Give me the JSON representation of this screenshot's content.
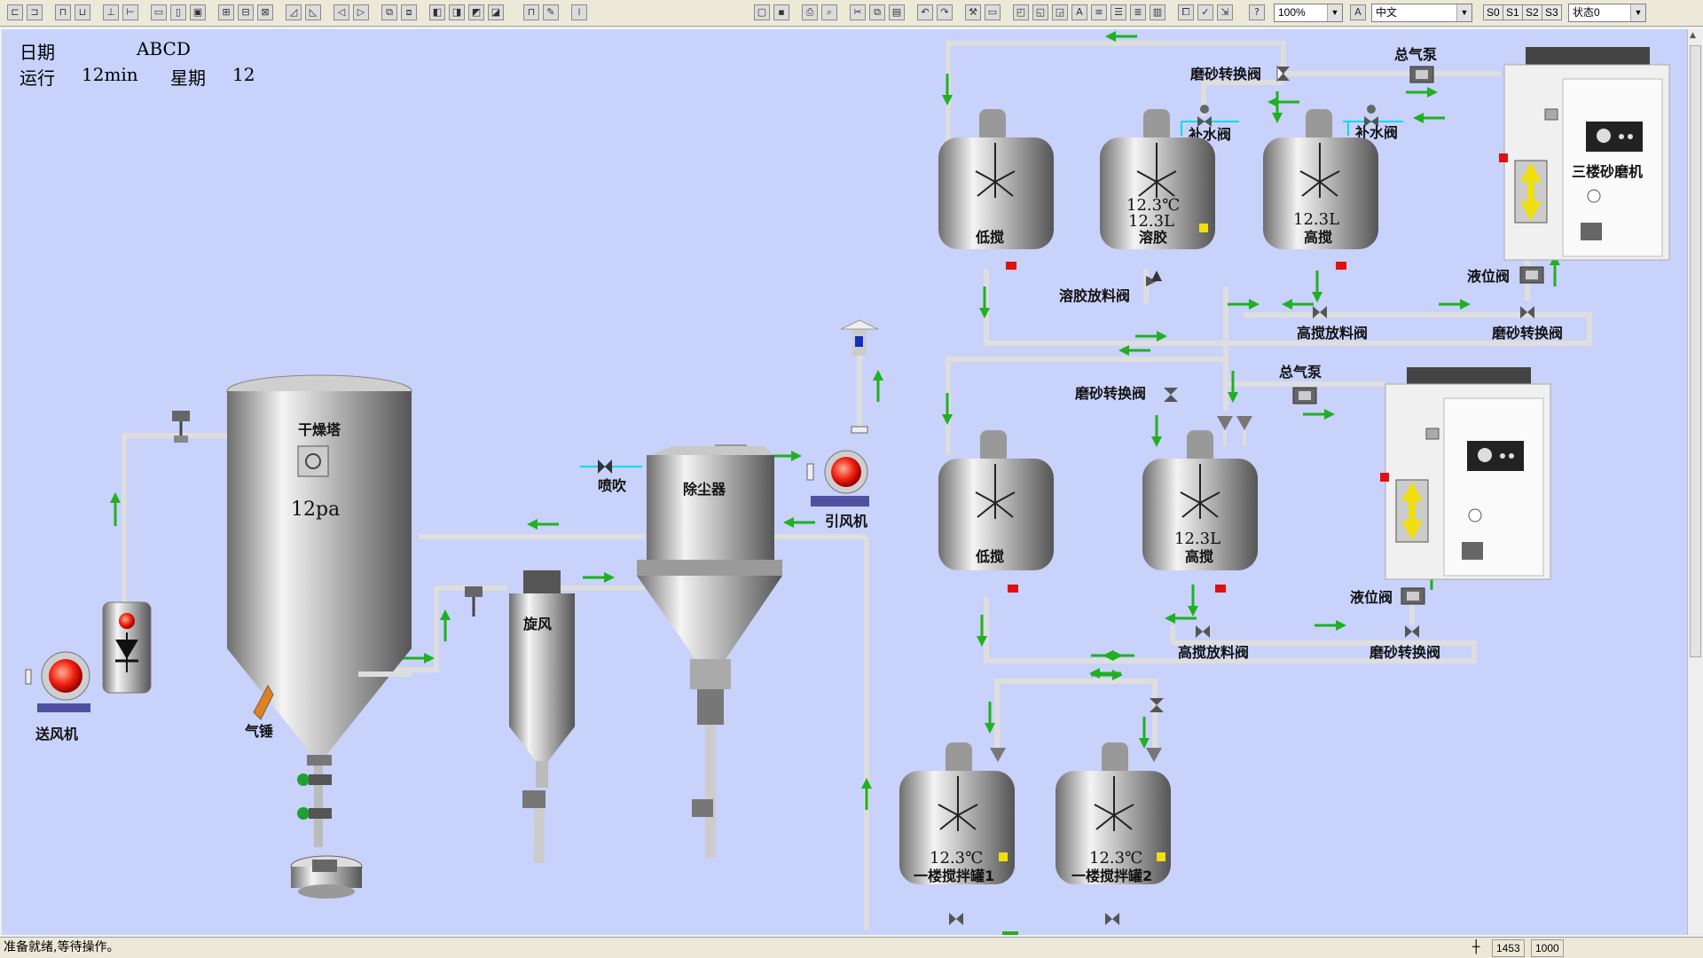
{
  "toolbar": {
    "zoom": "100%",
    "language": "中文",
    "state_buttons": [
      "S0",
      "S1",
      "S2",
      "S3"
    ],
    "state_select": "状态0"
  },
  "header": {
    "date_label": "日期",
    "date_value": "ABCD",
    "run_label": "运行",
    "run_value": "12min",
    "week_label": "星期",
    "week_value": "12"
  },
  "left": {
    "blower": "送风机",
    "dryer": "干燥塔",
    "dryer_pressure": "12pa",
    "hammer": "气锤",
    "cyclone": "旋风",
    "dust": "除尘器",
    "spray": "喷吹",
    "fan": "引风机"
  },
  "top": {
    "switch_valve": "磨砂转换阀",
    "air_pump": "总气泵",
    "water_valve_1": "补水阀",
    "water_valve_2": "补水阀",
    "mill": "三楼砂磨机",
    "level_valve": "液位阀",
    "glue_discharge": "溶胶放料阀",
    "high_discharge": "高搅放料阀",
    "switch_valve_b": "磨砂转换阀",
    "tank_low": "低搅",
    "tank_glue_temp": "12.3℃",
    "tank_glue_level": "12.3L",
    "tank_glue": "溶胶",
    "tank_high_level": "12.3L",
    "tank_high": "高搅"
  },
  "middle": {
    "switch_valve": "磨砂转换阀",
    "air_pump": "总气泵",
    "level_valve": "液位阀",
    "high_discharge": "高搅放料阀",
    "switch_valve_b": "磨砂转换阀",
    "tank_low": "低搅",
    "tank_high_level": "12.3L",
    "tank_high": "高搅"
  },
  "bottom": {
    "tank1_temp": "12.3℃",
    "tank1": "一楼搅拌罐1",
    "tank2_temp": "12.3℃",
    "tank2": "一楼搅拌罐2"
  },
  "status": {
    "message": "准备就绪,等待操作。",
    "coord_x": "1453",
    "coord_y": "1000"
  },
  "colors": {
    "canvas": "#c8d2fa",
    "pipe": "#dcdcdc",
    "arrow": "#20b020",
    "alarm": "#e01010",
    "indicator": "#f0e010",
    "water": "#00d8f0"
  }
}
